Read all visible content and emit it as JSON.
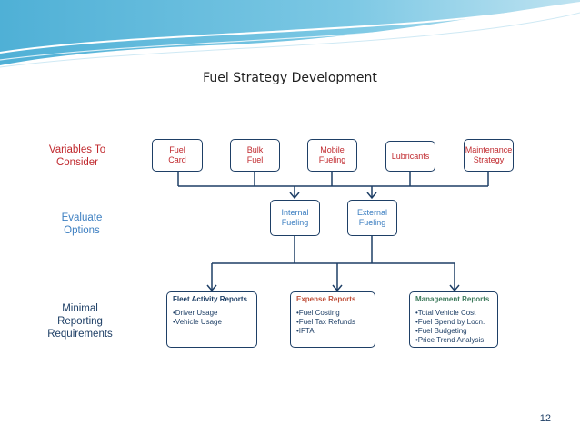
{
  "title": "Fuel Strategy Development",
  "row_labels": {
    "variables": [
      "Variables To",
      "Consider"
    ],
    "evaluate": [
      "Evaluate",
      "Options"
    ],
    "minimal": [
      "Minimal",
      "Reporting",
      "Requirements"
    ]
  },
  "variables": [
    [
      "Fuel",
      "Card"
    ],
    [
      "Bulk",
      "Fuel"
    ],
    [
      "Mobile",
      "Fueling"
    ],
    [
      "Lubricants"
    ],
    [
      "Maintenance",
      "Strategy"
    ]
  ],
  "options": [
    [
      "Internal",
      "Fueling"
    ],
    [
      "External",
      "Fueling"
    ]
  ],
  "reports": [
    {
      "title": "Fleet Activity Reports",
      "items": [
        "•Driver Usage",
        "•Vehicle Usage"
      ]
    },
    {
      "title": "Expense Reports",
      "items": [
        "•Fuel Costing",
        "•Fuel Tax Refunds",
        "•IFTA"
      ]
    },
    {
      "title": "Management Reports",
      "items": [
        "•Total Vehicle Cost",
        "•Fuel Spend by Locn.",
        "•Fuel Budgeting",
        "•Price Trend Analysis"
      ]
    }
  ],
  "page_number": "12",
  "colors": {
    "navy": "#1e3f66",
    "red": "#c0282d",
    "blue": "#3d7fc1",
    "orange": "#c0503a",
    "green": "#3d7a5c"
  }
}
